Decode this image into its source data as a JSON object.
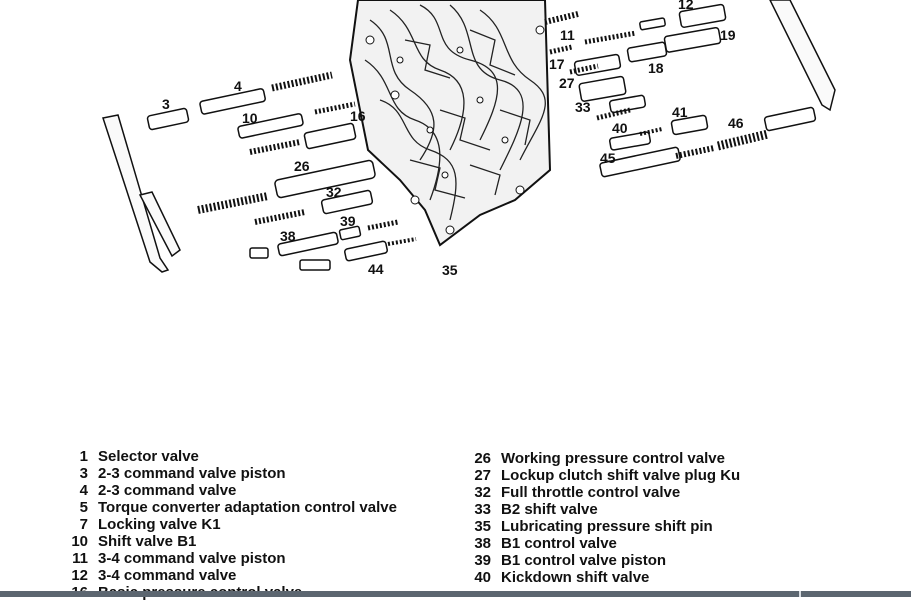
{
  "diagram": {
    "callouts": [
      "3",
      "4",
      "10",
      "16",
      "26",
      "32",
      "39",
      "38",
      "44",
      "35",
      "12",
      "11",
      "19",
      "17",
      "18",
      "27",
      "33",
      "41",
      "40",
      "46",
      "45"
    ]
  },
  "legend": {
    "left": [
      {
        "num": "1",
        "text": "Selector valve"
      },
      {
        "num": "3",
        "text": "2-3 command valve piston"
      },
      {
        "num": "4",
        "text": "2-3 command valve"
      },
      {
        "num": "5",
        "text": "Torque converter adaptation control valve"
      },
      {
        "num": "7",
        "text": "Locking valve K1"
      },
      {
        "num": "10",
        "text": "Shift valve B1"
      },
      {
        "num": "11",
        "text": "3-4 command valve piston"
      },
      {
        "num": "12",
        "text": "3-4 command valve"
      },
      {
        "num": "16",
        "text": "Basic pressure control valve"
      }
    ],
    "right": [
      {
        "num": "26",
        "text": "Working pressure control valve"
      },
      {
        "num": "27",
        "text": "Lockup clutch shift valve plug Ku"
      },
      {
        "num": "32",
        "text": "Full throttle control valve"
      },
      {
        "num": "33",
        "text": "B2 shift valve"
      },
      {
        "num": "35",
        "text": "Lubricating pressure shift pin"
      },
      {
        "num": "38",
        "text": "B1 control valve"
      },
      {
        "num": "39",
        "text": "B1 control valve piston"
      },
      {
        "num": "40",
        "text": "Kickdown shift valve"
      }
    ]
  }
}
